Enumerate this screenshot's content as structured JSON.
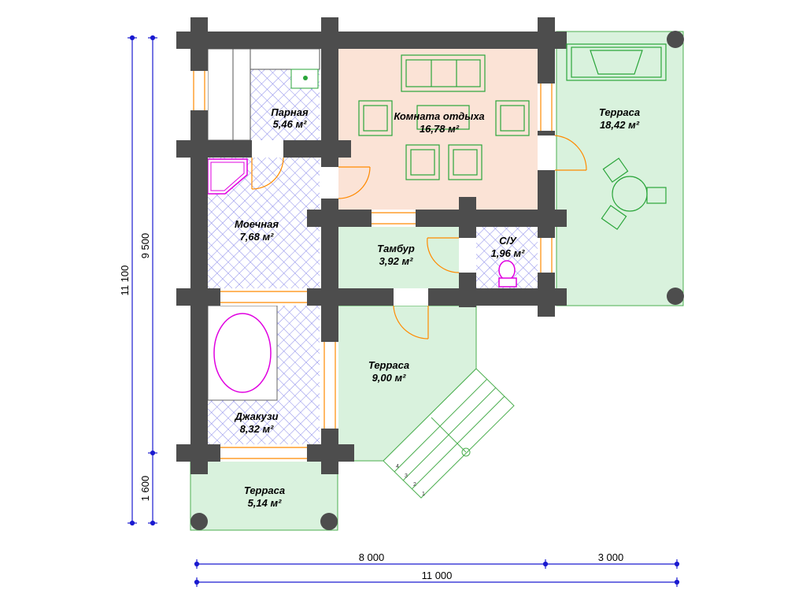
{
  "colors": {
    "wall": "#4d4d4d",
    "terrace": "#d9f2dd",
    "terrace_outline": "#4caf50",
    "rest_room": "#fbe3d6",
    "vestibule": "#d9f2dd",
    "wet_grid": "#8a8aea",
    "door": "#ff8a00",
    "window": "#ff8a00",
    "dimension": "#1a1ad0",
    "furniture": "#2aa53a",
    "fixture": "#e000e0"
  },
  "rooms": {
    "steam": {
      "name": "Парная",
      "area": "5,46 м²"
    },
    "wash": {
      "name": "Моечная",
      "area": "7,68 м²"
    },
    "jacuzzi": {
      "name": "Джакузи",
      "area": "8,32 м²"
    },
    "rest": {
      "name": "Комната отдыха",
      "area": "16,78 м²"
    },
    "vestibule": {
      "name": "Тамбур",
      "area": "3,92 м²"
    },
    "wc": {
      "name": "С/У",
      "area": "1,96 м²"
    },
    "terrace_right": {
      "name": "Терраса",
      "area": "18,42 м²"
    },
    "terrace_mid": {
      "name": "Терраса",
      "area": "9,00 м²"
    },
    "terrace_bottom": {
      "name": "Терраса",
      "area": "5,14 м²"
    }
  },
  "dimensions": {
    "left_total": "11 100",
    "left_main": "9 500",
    "left_terrace": "1 600",
    "bottom_main": "8 000",
    "bottom_terrace": "3 000",
    "bottom_total": "11 000"
  },
  "stair_steps": [
    "1",
    "2",
    "3",
    "4"
  ]
}
